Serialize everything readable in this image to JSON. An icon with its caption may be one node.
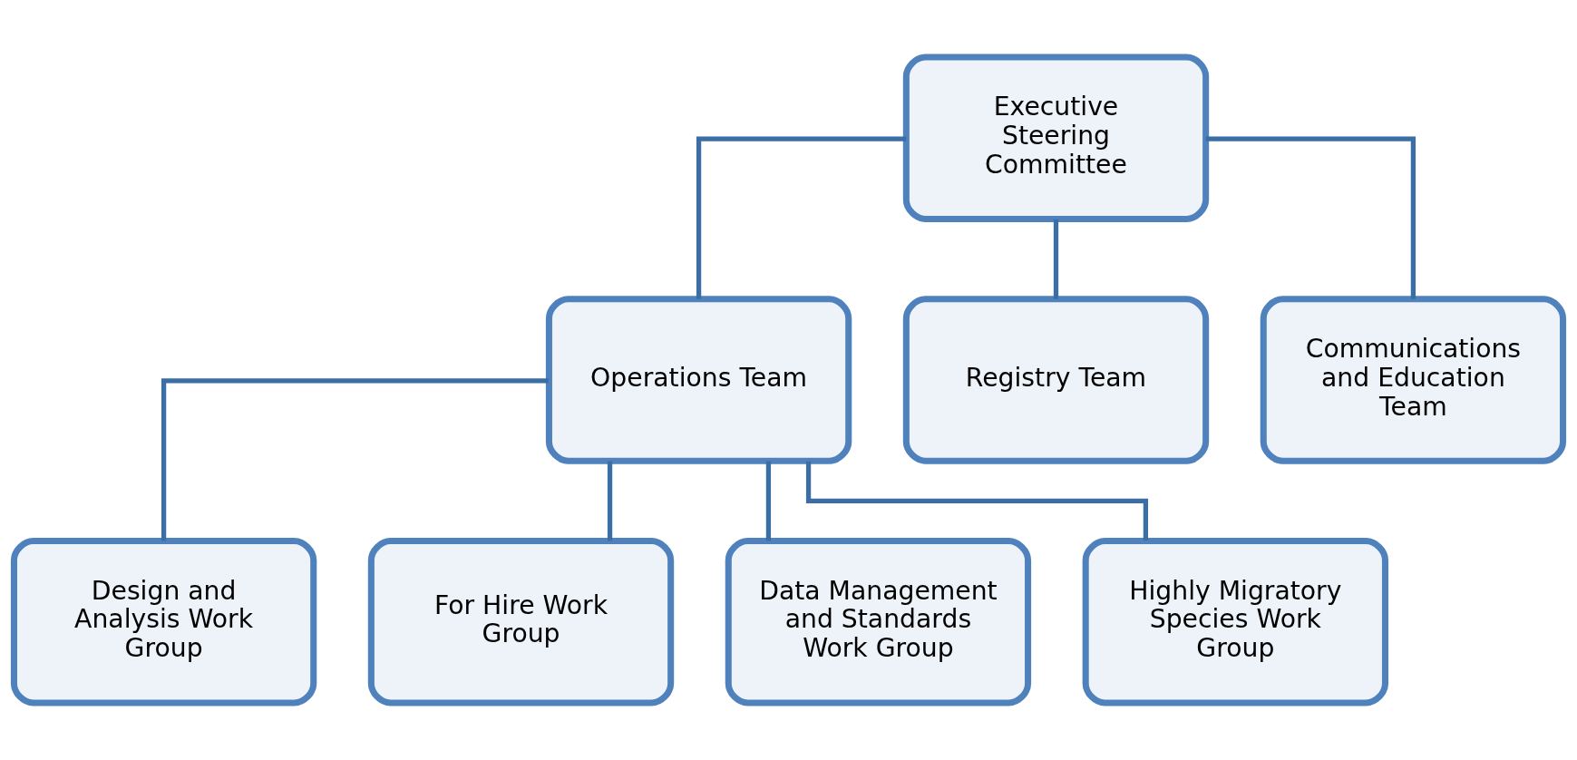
{
  "diagram": {
    "nodes": [
      {
        "text": [
          "Executive Steering Committee"
        ]
      },
      {
        "text": [
          "Operations Team"
        ]
      },
      {
        "text": [
          "Registry Team"
        ]
      },
      {
        "text": [
          "Communications and Education Team"
        ]
      },
      {
        "text": [
          "Design and Analysis Work Group"
        ]
      },
      {
        "text": [
          "For Hire Work Group"
        ]
      },
      {
        "text": [
          "Data Management and Standards Work Group"
        ]
      },
      {
        "text": [
          "Highly Migratory Species Work Group"
        ]
      }
    ],
    "edges": [
      {
        "from": 0,
        "to": 1,
        "arrow": "none"
      },
      {
        "from": 0,
        "to": 2,
        "arrow": "none"
      },
      {
        "from": 0,
        "to": 3,
        "arrow": "none"
      },
      {
        "from": 1,
        "to": 4,
        "arrow": "none"
      },
      {
        "from": 1,
        "to": 5,
        "arrow": "none"
      },
      {
        "from": 1,
        "to": 6,
        "arrow": "none"
      },
      {
        "from": 1,
        "to": 7,
        "arrow": "none"
      }
    ]
  }
}
